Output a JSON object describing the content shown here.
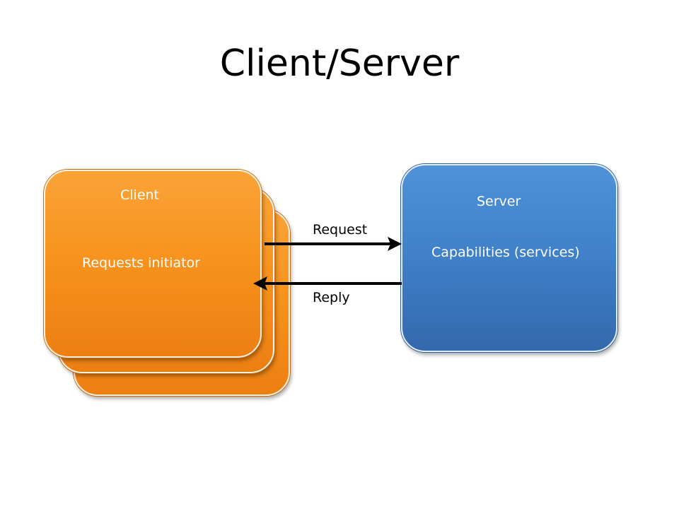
{
  "title": "Client/Server",
  "client": {
    "heading": "Client",
    "role": "Requests initiator",
    "color": "#f7931e"
  },
  "server": {
    "heading": "Server",
    "role": "Capabilities (services)",
    "color": "#3f80c8"
  },
  "edges": {
    "request": "Request",
    "reply": "Reply"
  }
}
